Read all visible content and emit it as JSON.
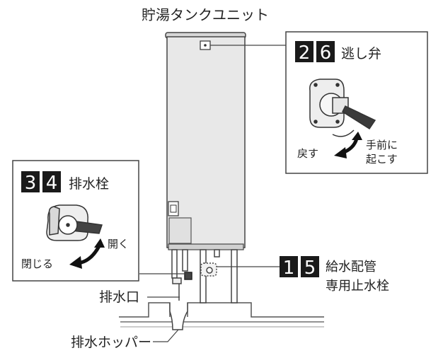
{
  "title": "貯湯タンクユニット",
  "relief_valve": {
    "num1": "2",
    "num2": "6",
    "label": "逃し弁",
    "back": "戻す",
    "pull_line1": "手前に",
    "pull_line2": "起こす"
  },
  "drain_plug": {
    "num1": "3",
    "num2": "4",
    "label": "排水栓",
    "open": "開く",
    "close": "閉じる"
  },
  "water_stop": {
    "num1": "1",
    "num2": "5",
    "line1": "給水配管",
    "line2": "専用止水栓"
  },
  "drain_port": "排水口",
  "drain_hopper": "排水ホッパー",
  "colors": {
    "tank_fill": "#e8e8e8",
    "badge": "#1a1a1a",
    "line": "#333333"
  }
}
